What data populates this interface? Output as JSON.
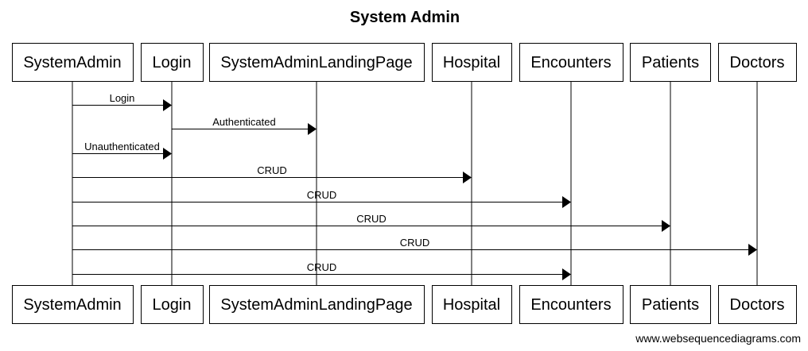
{
  "diagram": {
    "title": "System Admin",
    "watermark": "www.websequencediagrams.com",
    "participants": [
      {
        "id": "sa",
        "label": "SystemAdmin"
      },
      {
        "id": "login",
        "label": "Login"
      },
      {
        "id": "salp",
        "label": "SystemAdminLandingPage"
      },
      {
        "id": "hospital",
        "label": "Hospital"
      },
      {
        "id": "encounters",
        "label": "Encounters"
      },
      {
        "id": "patients",
        "label": "Patients"
      },
      {
        "id": "doctors",
        "label": "Doctors"
      }
    ],
    "messages": [
      {
        "from": "sa",
        "to": "login",
        "label": "Login"
      },
      {
        "from": "login",
        "to": "salp",
        "label": "Authenticated"
      },
      {
        "from": "sa",
        "to": "login",
        "label": "Unauthenticated"
      },
      {
        "from": "sa",
        "to": "hospital",
        "label": "CRUD"
      },
      {
        "from": "sa",
        "to": "encounters",
        "label": "CRUD"
      },
      {
        "from": "sa",
        "to": "patients",
        "label": "CRUD"
      },
      {
        "from": "sa",
        "to": "doctors",
        "label": "CRUD"
      },
      {
        "from": "sa",
        "to": "encounters",
        "label": "CRUD"
      }
    ]
  }
}
